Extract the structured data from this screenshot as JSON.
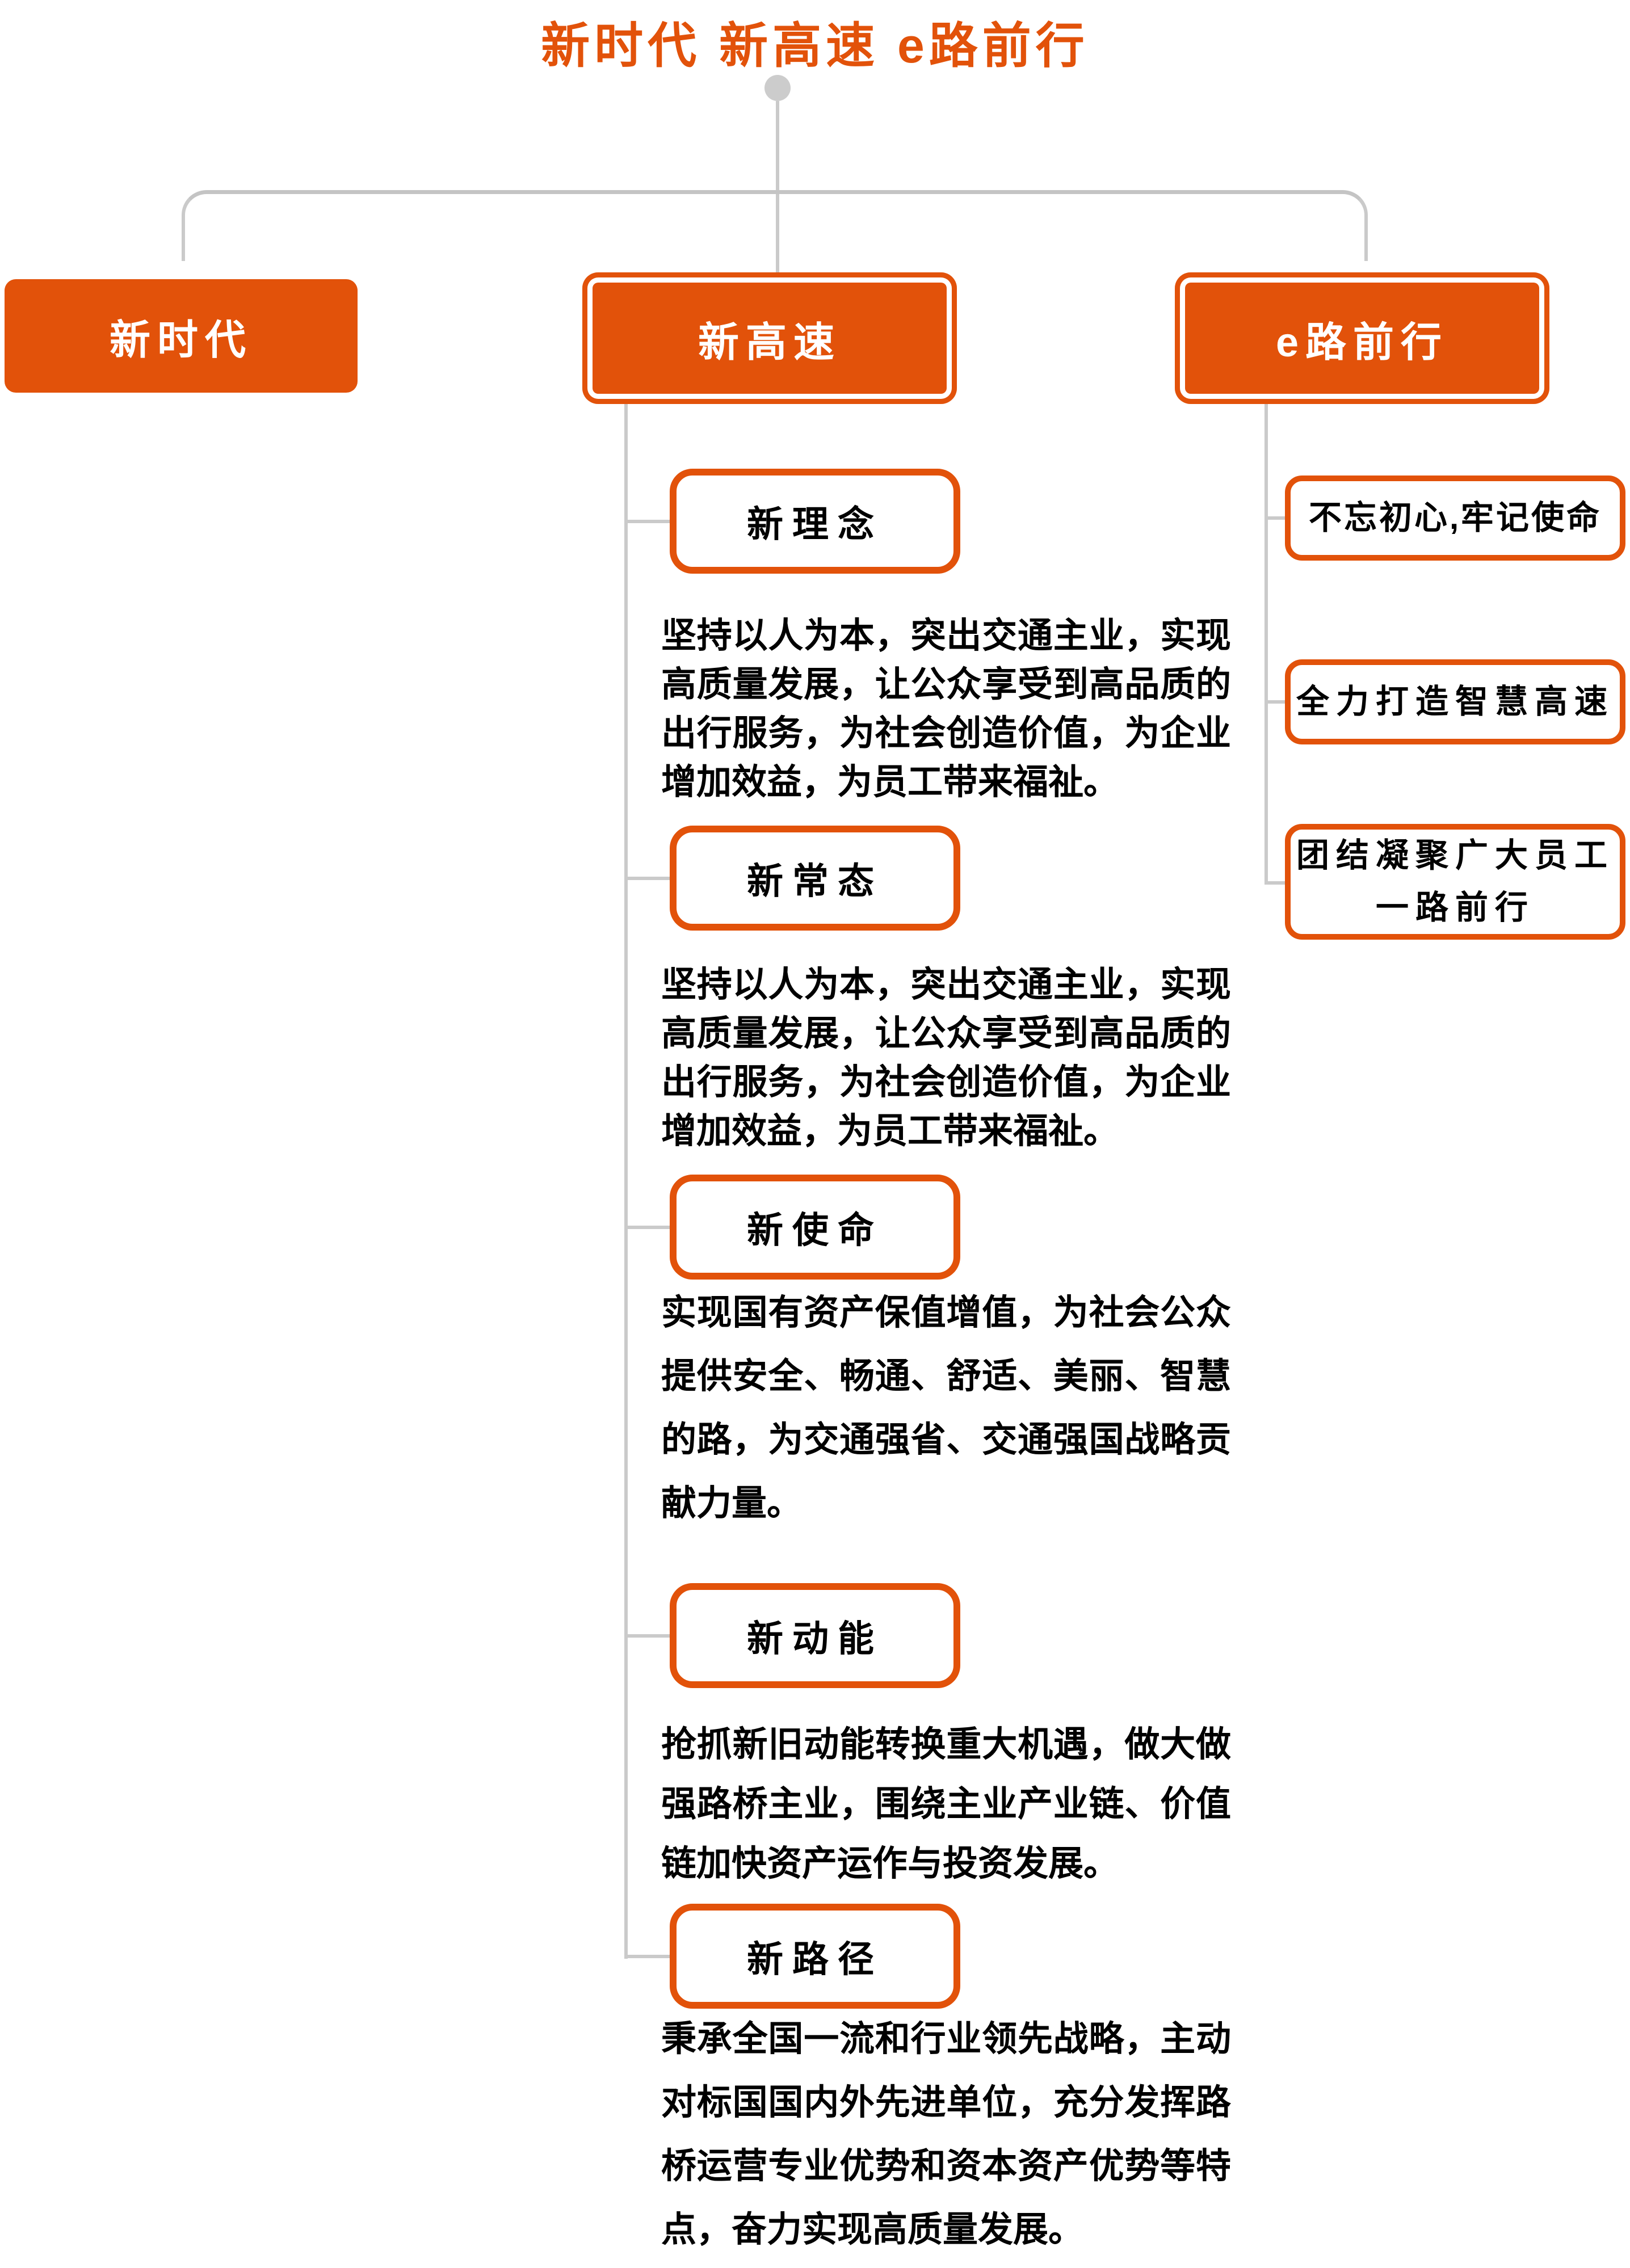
{
  "title": "新时代 新高速 e路前行",
  "colors": {
    "accent": "#E2520A",
    "connector": "#CACACA",
    "node_text": "#FFFFFF",
    "body_text": "#000000",
    "background": "#FFFFFF"
  },
  "root_nodes": [
    {
      "label": "新时代"
    },
    {
      "label": "新高速"
    },
    {
      "label": "e路前行"
    }
  ],
  "branches": {
    "xingaosu": {
      "parent": "新高速",
      "topics": [
        {
          "label": "新理念",
          "body": "坚持以人为本，突出交通主业，实现高质量发展，让公众享受到高品质的出行服务，为社会创造价值，为企业增加效益，为员工带来福祉。"
        },
        {
          "label": "新常态",
          "body": "坚持以人为本，突出交通主业，实现高质量发展，让公众享受到高品质的出行服务，为社会创造价值，为企业增加效益，为员工带来福祉。"
        },
        {
          "label": "新使命",
          "body": "实现国有资产保值增值，为社会公众提供安全、畅通、舒适、美丽、智慧的路，为交通强省、交通强国战略贡献力量。"
        },
        {
          "label": "新动能",
          "body": "抢抓新旧动能转换重大机遇，做大做强路桥主业，围绕主业产业链、价值链加快资产运作与投资发展。"
        },
        {
          "label": "新路径",
          "body": "秉承全国一流和行业领先战略，主动对标国国内外先进单位，充分发挥路桥运营专业优势和资本资产优势等特点，奋力实现高质量发展。"
        }
      ]
    },
    "elu": {
      "parent": "e路前行",
      "topics": [
        {
          "label": "不忘初心,牢记使命"
        },
        {
          "label": "全力打造智慧高速"
        },
        {
          "label": "团结凝聚广大员工一路前行"
        }
      ]
    }
  }
}
